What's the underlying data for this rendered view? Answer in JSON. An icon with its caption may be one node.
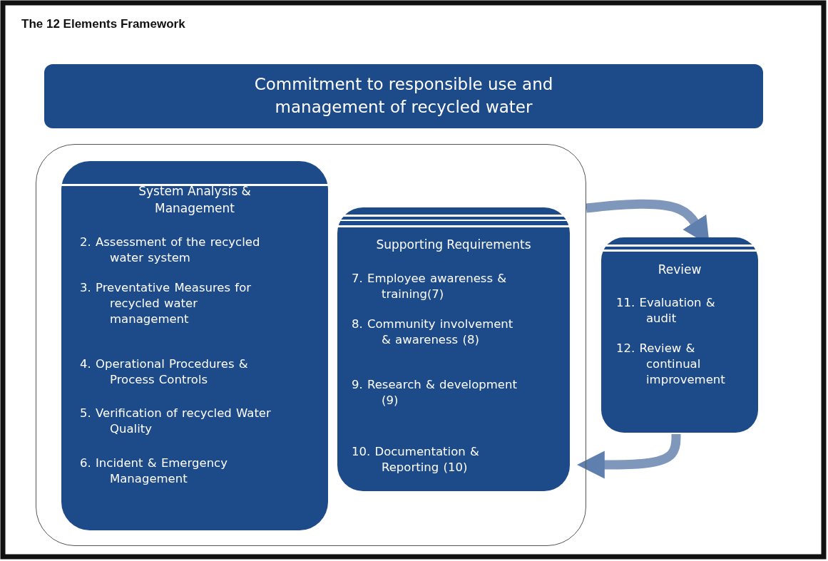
{
  "diagram": {
    "title": "The 12 Elements Framework",
    "nodes": [
      {
        "text": [
          "Commitment to responsible use and management of recycled water"
        ]
      },
      {
        "text": [],
        "shape": "box"
      },
      {
        "text": [
          "System Analysis & Management",
          "2. Assessment of the recycled water system",
          "3. Preventative Measures for recycled water management",
          "4. Operational Procedures & Process Controls",
          "5. Verification of recycled Water Quality",
          "6. Incident & Emergency Management"
        ],
        "in": 1
      },
      {
        "text": [
          "Supporting Requirements",
          "7. Employee awareness & training(7)",
          "8. Community involvement & awareness (8)",
          "9. Research & development (9)",
          "10. Documentation & Reporting (10)"
        ],
        "in": 1
      },
      {
        "text": [
          "Review",
          "11. Evaluation & audit",
          "12. Review & continual improvement"
        ]
      }
    ],
    "edges": [
      {
        "from": 1,
        "to": 4,
        "arrow": "to"
      },
      {
        "from": 4,
        "to": 1,
        "arrow": "to"
      }
    ]
  }
}
